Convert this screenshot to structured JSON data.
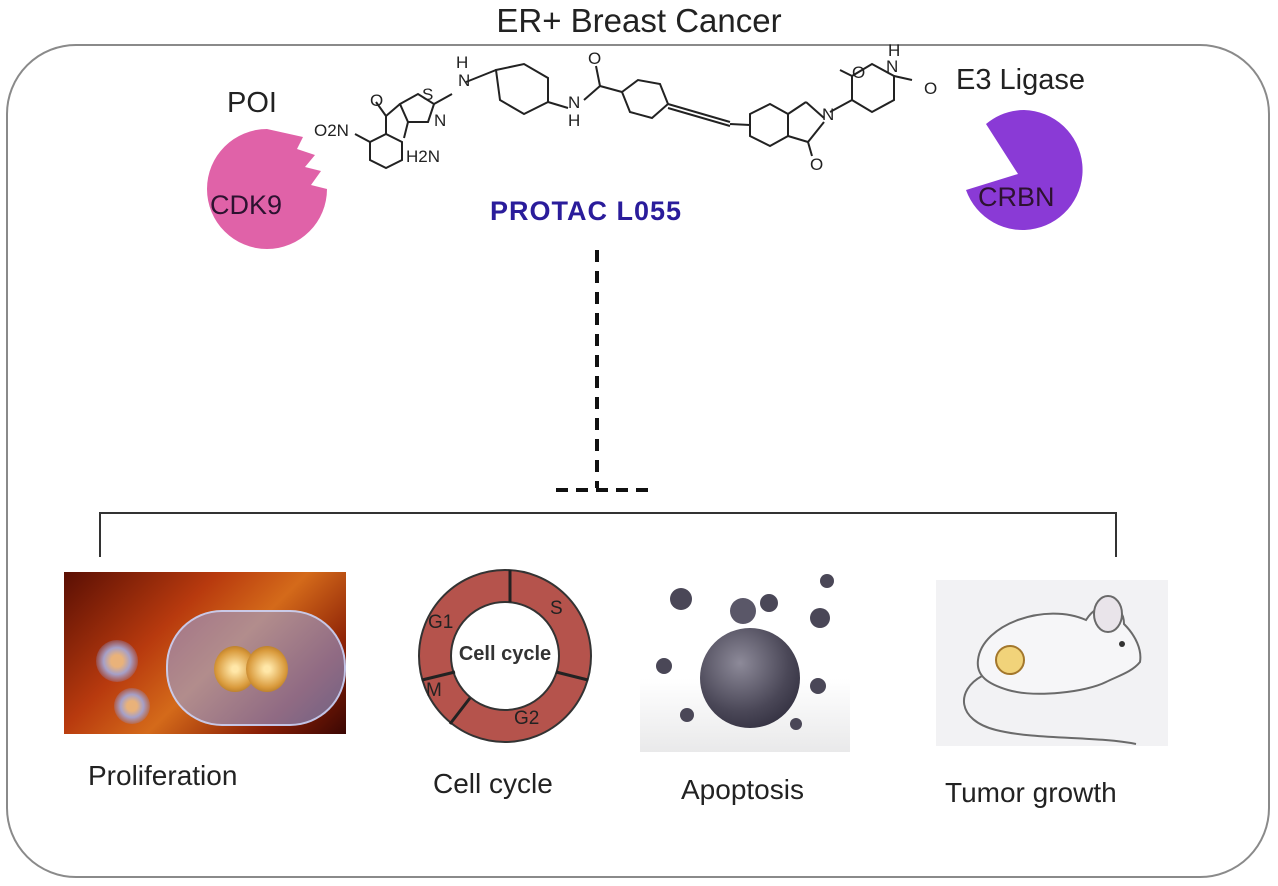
{
  "title": "ER+ Breast Cancer",
  "poi": {
    "label": "POI",
    "protein": "CDK9",
    "color": "#e062a8"
  },
  "e3": {
    "label": "E3 Ligase",
    "protein": "CRBN",
    "color": "#8a3ad6"
  },
  "molecule": {
    "name": "PROTAC L055",
    "atoms": [
      "O2N",
      "O",
      "S",
      "N",
      "H2N",
      "H",
      "N",
      "O",
      "H",
      "N",
      "O",
      "H",
      "N",
      "O",
      "N",
      "O"
    ]
  },
  "outcomes": [
    {
      "label": "Proliferation"
    },
    {
      "label": "Cell cycle"
    },
    {
      "label": "Apoptosis"
    },
    {
      "label": "Tumor growth"
    }
  ],
  "cell_cycle": {
    "center": "Cell cycle",
    "phases": [
      "G1",
      "S",
      "G2",
      "M"
    ],
    "ring_color": "#b5534c"
  }
}
